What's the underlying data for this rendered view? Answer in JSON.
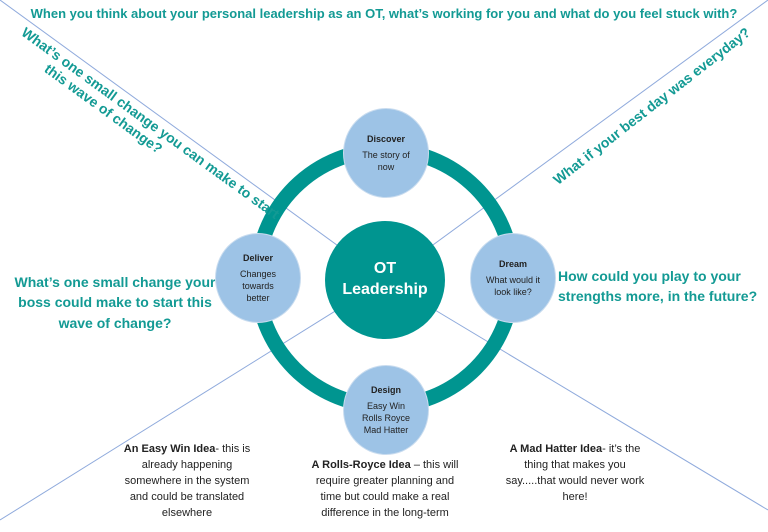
{
  "questions": {
    "top": "When you think about your personal leadership as an OT, what’s working for you and what do you feel stuck with?",
    "upper_left_1": "What’s one small change you can make to start",
    "upper_left_2": "this wave of change?",
    "upper_right": "What if your best day was everyday?",
    "left_1": "What’s one small change your",
    "left_2": "boss could make to start this",
    "left_3": "wave of change?",
    "right_1": "How could you play to your",
    "right_2": "strengths more, in the future?"
  },
  "center": {
    "line1": "OT",
    "line2": "Leadership"
  },
  "nodes": {
    "discover": {
      "title": "Discover",
      "l1": "The story of",
      "l2": "now"
    },
    "dream": {
      "title": "Dream",
      "l1": "What would it",
      "l2": "look like?"
    },
    "design": {
      "title": "Design",
      "l1": "Easy Win",
      "l2": "Rolls Royce",
      "l3": "Mad Hatter"
    },
    "deliver": {
      "title": "Deliver",
      "l1": "Changes",
      "l2": "towards",
      "l3": "better"
    }
  },
  "ideas": {
    "easy_win": {
      "title": "An Easy Win Idea",
      "text": "- this is already happening somewhere in the system and could be translated elsewhere"
    },
    "rolls_royce": {
      "title": "A Rolls-Royce Idea",
      "text": " – this will require greater planning and time but could make a real difference in the long-term"
    },
    "mad_hatter": {
      "title": "A Mad Hatter Idea",
      "text": "- it’s the thing that makes you say.....that would never work here!"
    }
  },
  "colors": {
    "teal": "#009590",
    "node": "#9dc3e6",
    "line": "#8faadc"
  }
}
